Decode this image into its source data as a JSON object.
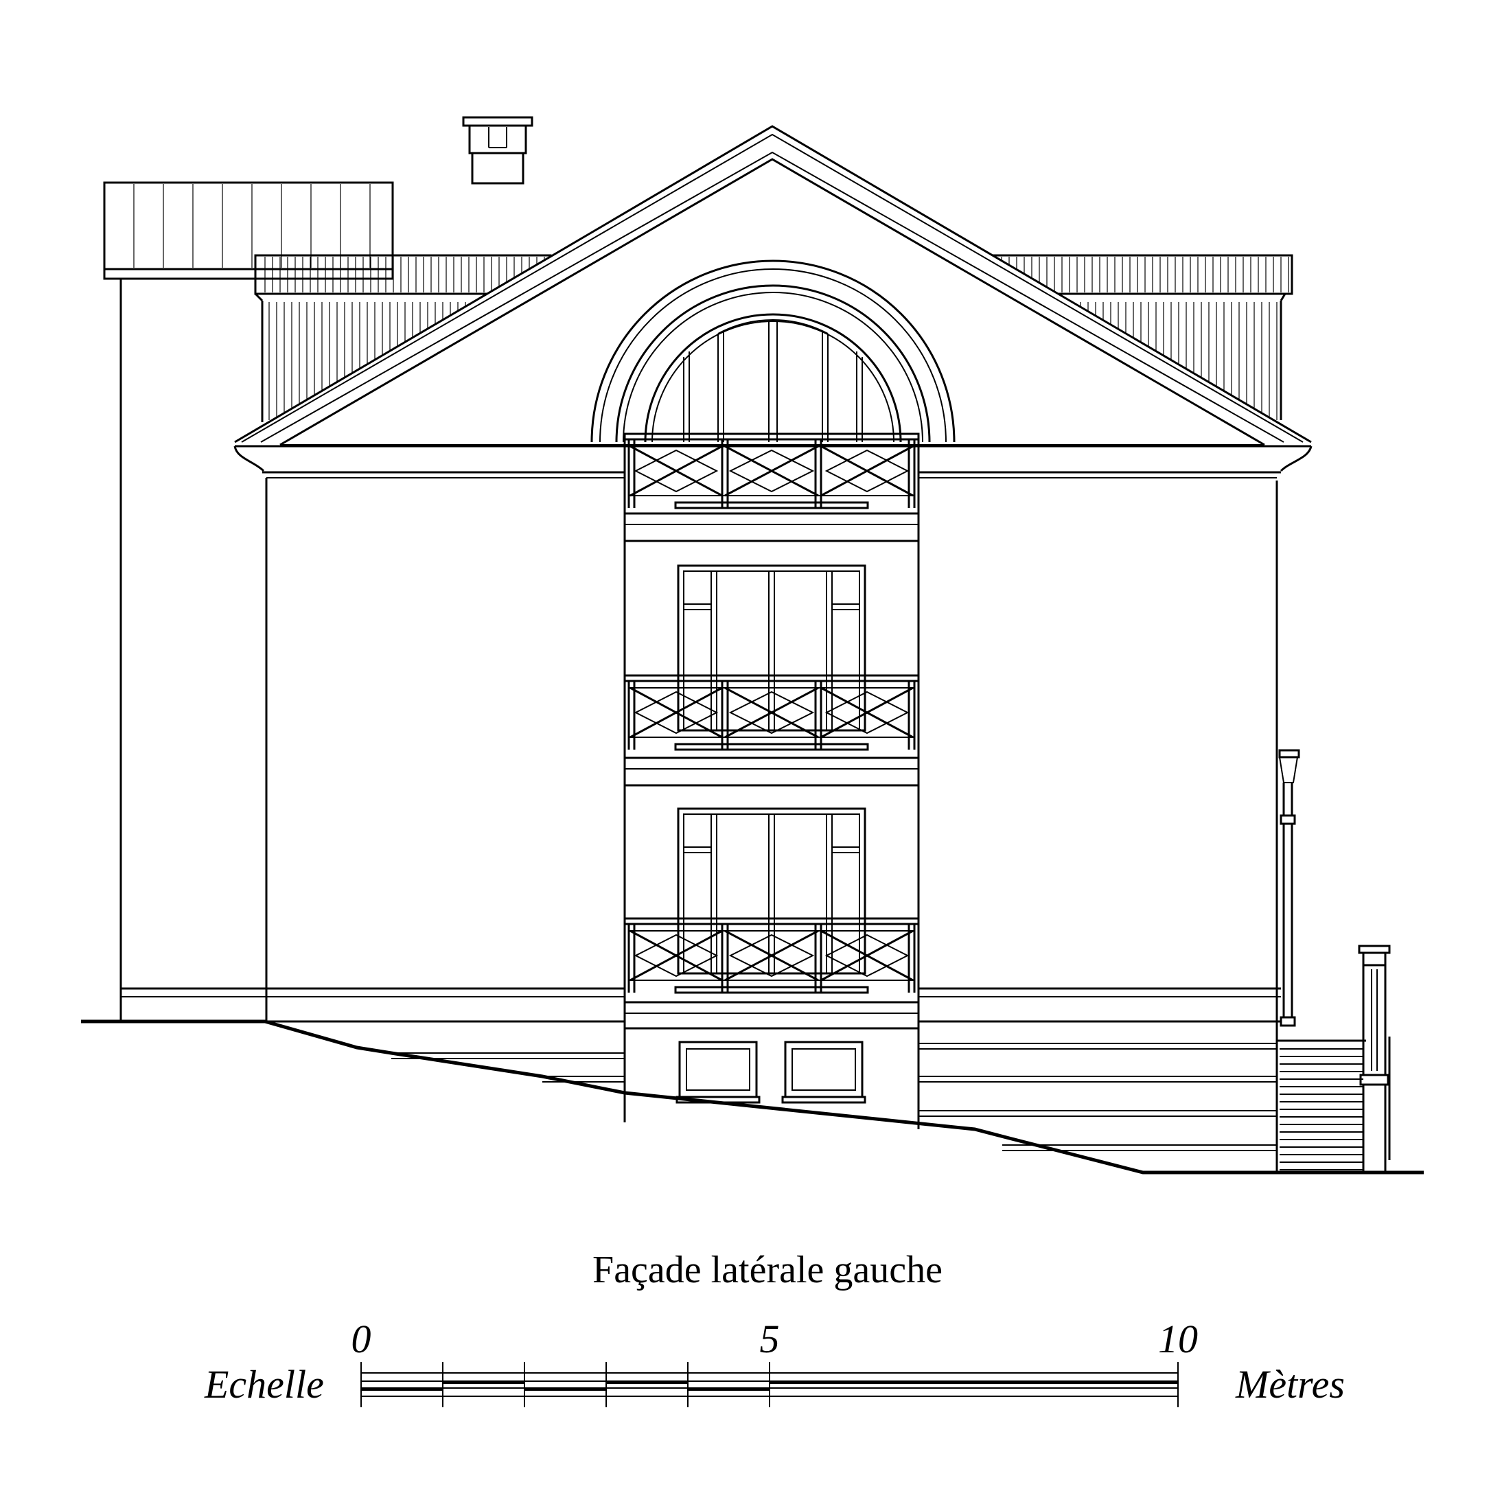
{
  "title": "Façade latérale gauche",
  "scale": {
    "label": "Echelle",
    "unit": "Mètres",
    "ticks": [
      {
        "value": 0,
        "label": "0"
      },
      {
        "value": 5,
        "label": "5"
      },
      {
        "value": 10,
        "label": "10"
      }
    ],
    "max_value": 10
  },
  "icons": {
    "elevation": "building-elevation-drawing"
  }
}
